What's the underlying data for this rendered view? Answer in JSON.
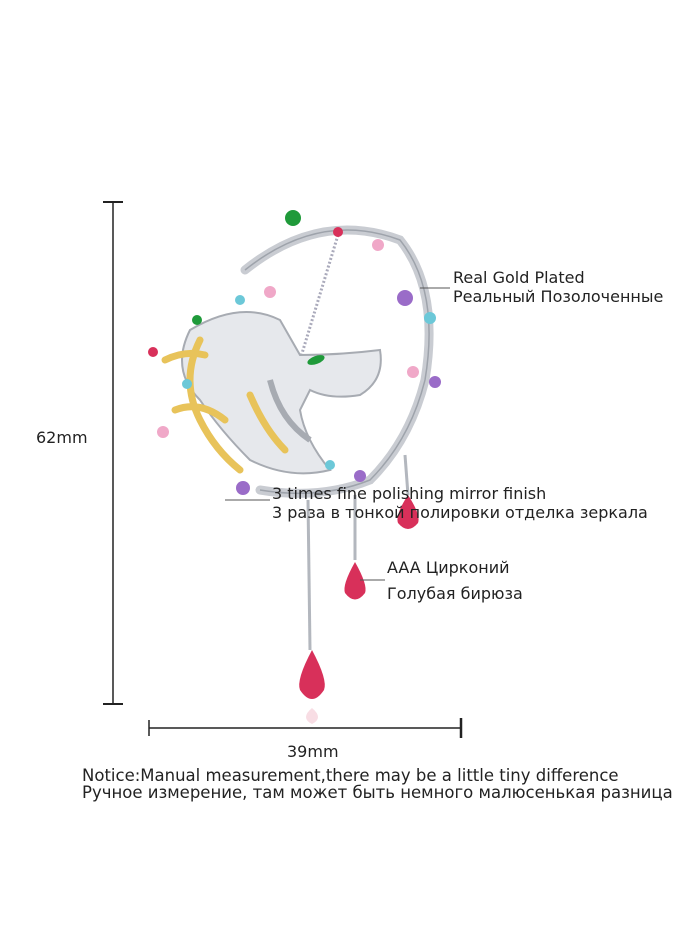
{
  "dimensions": {
    "height_label": "62mm",
    "width_label": "39mm"
  },
  "callouts": {
    "plating": {
      "en": "Real Gold Plated",
      "ru": "Реальный Позолоченные"
    },
    "finish": {
      "en": "3 times fine polishing mirror finish",
      "ru": "3 раза в тонкой полировки отделка зеркала"
    },
    "stone": {
      "line1": "AAA Цирконий",
      "line2": "Голубая бирюза"
    }
  },
  "notice": {
    "en": "Notice:Manual measurement,there may be a little tiny difference",
    "ru": "Ручное измерение, там может быть немного малюсенькая разница"
  },
  "colors": {
    "silver": "#d9dbe0",
    "gold": "#e8c35a",
    "ruby": "#d8305a",
    "emerald": "#1f9a3a",
    "amethyst": "#9a6cc8",
    "aqua": "#6cc8d8",
    "pink": "#f0a8c8"
  }
}
